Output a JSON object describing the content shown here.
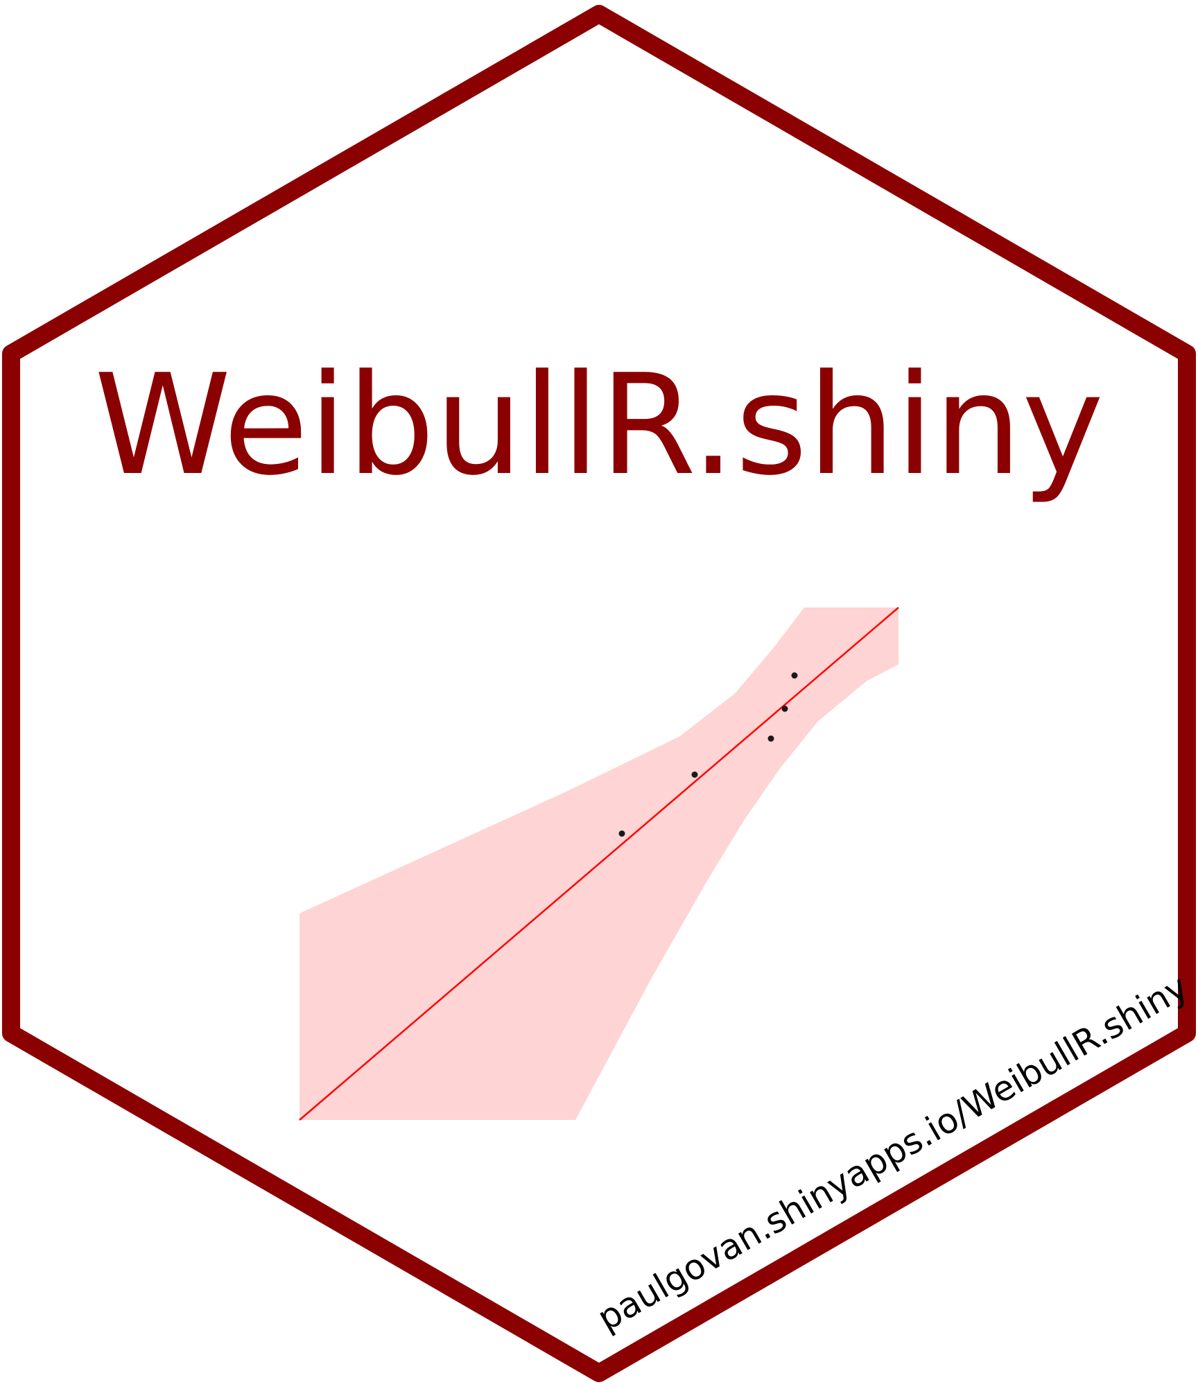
{
  "sticker": {
    "title": "WeibullR.shiny",
    "url": "paulgovan.shinyapps.io/WeibullR.shiny"
  },
  "colors": {
    "border": "#8b0000",
    "title": "#8b0000",
    "url": "#000000",
    "band_fill": "#ffcccc",
    "fit_line": "#ff0000",
    "points": "#000000",
    "background": "#ffffff"
  },
  "plot": {
    "type": "scatter",
    "description_components": [
      "confidence-band",
      "fit-line",
      "data-points"
    ]
  }
}
